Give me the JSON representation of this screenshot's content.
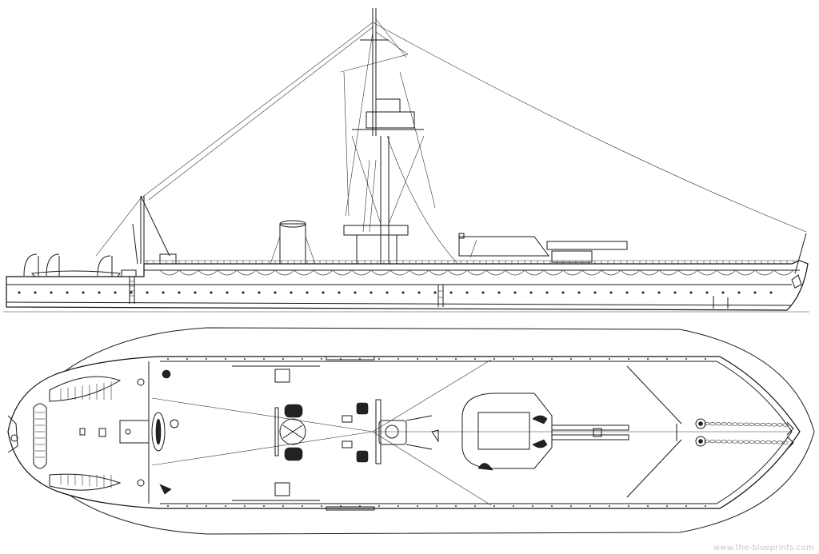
{
  "watermark": "www.the-blueprints.com",
  "colors": {
    "line": "#1a1a1a",
    "paper": "#ffffff",
    "watermark": "#c8c8c8"
  },
  "views": [
    "side-profile",
    "top-plan"
  ]
}
